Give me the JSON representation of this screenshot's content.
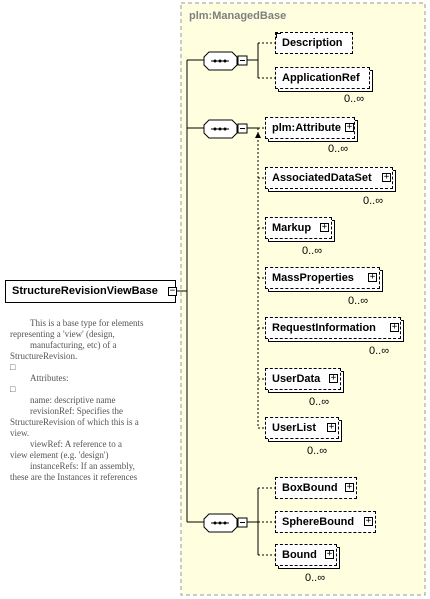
{
  "root": {
    "label": "StructureRevisionViewBase"
  },
  "base_type": {
    "label": "plm:ManagedBase"
  },
  "group1": {
    "description": {
      "label": "Description"
    },
    "application_ref": {
      "label": "ApplicationRef",
      "occurrence": "0..∞"
    }
  },
  "group2": {
    "attribute": {
      "label": "plm:Attribute",
      "occurrence": "0..∞"
    },
    "associated_data_set": {
      "label": "AssociatedDataSet",
      "occurrence": "0..∞"
    },
    "markup": {
      "label": "Markup",
      "occurrence": "0..∞"
    },
    "mass_properties": {
      "label": "MassProperties",
      "occurrence": "0..∞"
    },
    "request_information": {
      "label": "RequestInformation",
      "occurrence": "0..∞"
    },
    "user_data": {
      "label": "UserData",
      "occurrence": "0..∞"
    },
    "user_list": {
      "label": "UserList",
      "occurrence": "0..∞"
    }
  },
  "group3": {
    "box_bound": {
      "label": "BoxBound"
    },
    "sphere_bound": {
      "label": "SphereBound"
    },
    "bound": {
      "label": "Bound",
      "occurrence": "0..∞"
    }
  },
  "documentation": {
    "lines": [
      "This is a base type for elements",
      "representing a 'view' (design,",
      "manufacturing, etc) of a",
      "StructureRevision.",
      "□",
      "Attributes:",
      "□",
      "name:            descriptive name",
      "revisionRef:    Specifies the",
      "StructureRevision of which this is a",
      "view.",
      "viewRef:          A reference to a",
      "view element (e.g. 'design')",
      "instanceRefs:   If an assembly,",
      "these are the Instances it references"
    ]
  }
}
